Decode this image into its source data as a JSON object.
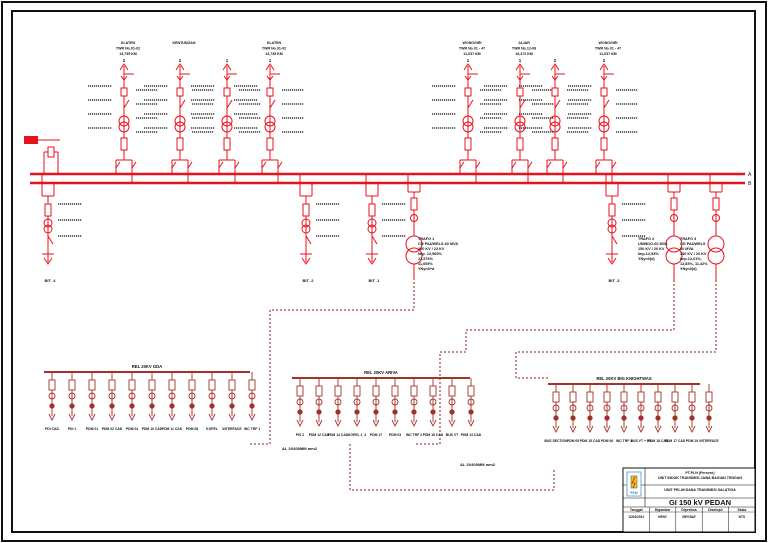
{
  "colors": {
    "main": "#e8121c",
    "border": "#111111",
    "cable": "#8b1a14",
    "lv": "#a5322a",
    "logo_blue": "#1a6fbf",
    "logo_yellow": "#f5c400"
  },
  "bus_labels": {
    "a": "A",
    "b": "B"
  },
  "top_bays": [
    {
      "id": "k1",
      "num": "2",
      "lines": [
        "KLATEN",
        "TWR No.01-02",
        "13,735 KM"
      ]
    },
    {
      "id": "k2",
      "num": "2",
      "lines": [
        "KENTUNGAN"
      ]
    },
    {
      "id": "k3",
      "num": "1",
      "lines": []
    },
    {
      "id": "k4",
      "num": "1",
      "lines": [
        "KLATEN",
        "TWR No.01-02",
        "13,735 KM"
      ]
    },
    {
      "id": "w1",
      "num": "1",
      "lines": [
        "WONOGIRI",
        "TWR No.01 - 47",
        "11,037 KM"
      ]
    },
    {
      "id": "j1",
      "num": "1",
      "lines": [
        "JAJAR",
        "TWR No.12-08",
        "18,472 KM"
      ]
    },
    {
      "id": "j2",
      "num": "2",
      "lines": []
    },
    {
      "id": "w2",
      "num": "2",
      "lines": [
        "WONOGIRI",
        "TWR No.01 - 47",
        "11,037 KM"
      ]
    }
  ],
  "bottom_bays": [
    {
      "id": "bit4",
      "label": "BIT .4"
    },
    {
      "id": "bit2",
      "label": "BIT .2"
    },
    {
      "id": "bit1",
      "label": "BIT .1"
    },
    {
      "id": "bit3",
      "label": "BIT .3"
    }
  ],
  "trafos": [
    {
      "id": "t1",
      "lines": [
        "TRAFO 1",
        "CG PAUWELS-60 MVA",
        "150 KV / 22 KV",
        "Imp. 12,565%",
        "12,576%",
        "11,605%",
        "YNyn0+d"
      ]
    },
    {
      "id": "t2",
      "lines": [
        "TRAFO 2",
        "UNINDO-60 MVA",
        "150 KV / 20 KV",
        "Imp.12,53%",
        "YNyn0(d)"
      ]
    },
    {
      "id": "t3",
      "lines": [
        "TRAFO 3",
        "CG PAUWELS",
        "60 MVA",
        "150 KV / 20 KV",
        "Imp.12,61%,",
        "12,83%, 11,42%",
        "YNyn0(d)"
      ]
    }
  ],
  "lv_buses": [
    {
      "id": "lv1",
      "title": "REL 20KV GDA",
      "feeders": [
        "PDI CAD",
        "PDI 1",
        "PDM 01",
        "PDM 02 CAD",
        "PDM 04",
        "PDM 10 CAD",
        "PDM 11 CAD",
        "PDM 08",
        "KOPEL",
        "INTERFACE",
        "INC TRF 1"
      ]
    },
    {
      "id": "lv2",
      "title": "REL 20KV ARIVA",
      "feeders": [
        "PIS 2",
        "PDM 12 CAD",
        "PDM 14 CAD",
        "KOPEL 2_3",
        "PDM 17",
        "PDM 03",
        "INC TRF 2",
        "PDM 16 CAD",
        "BUS VT",
        "PDM 13 CAD"
      ]
    },
    {
      "id": "lv3",
      "title": "REL 20KV BIG KNIGHTWAS",
      "feeders": [
        "BUS SECTION",
        "PDM 05",
        "PDM 15 CAD",
        "PDM 06",
        "INC TRF 3",
        "BUS VT + ES",
        "PDM 18 CAD",
        "PDM 17 CAD",
        "PDM 19",
        "INTERFACE"
      ]
    }
  ],
  "cable_labels": {
    "c1": "AL 3X400MM mm2",
    "c2": "AL 3X400MM mm2"
  },
  "title_block": {
    "org1": "PT.PLN (Persero)",
    "org2": "UNIT INDUK TRANSMISI JAWA BAGIAN TENGAH",
    "org3": "UNIT PELAKSANA TRANSMISI SALATIGA",
    "title": "GI 150 kV PEDAN",
    "logo_text": "PLN",
    "headers": [
      "Tanggal",
      "Digambar",
      "Diperiksa",
      "Disetujui",
      "Skala"
    ],
    "values": [
      "12/03/2021",
      "HENY",
      "GIRI BAY",
      "",
      "NTS"
    ]
  }
}
